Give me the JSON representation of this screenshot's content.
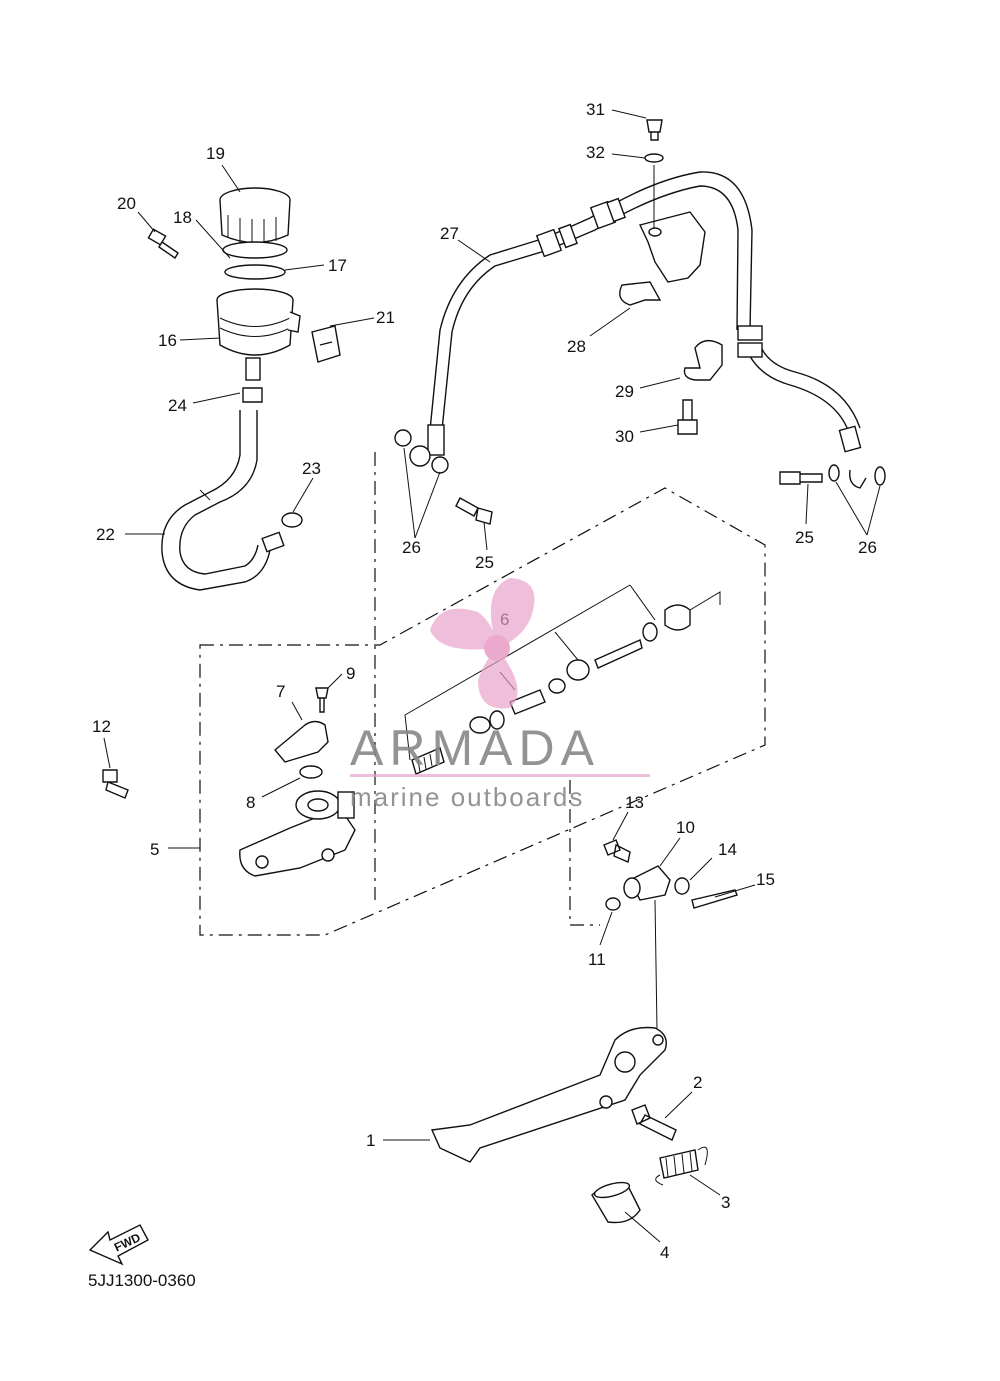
{
  "diagram": {
    "part_numbers": [
      "1",
      "2",
      "3",
      "4",
      "5",
      "6",
      "7",
      "8",
      "9",
      "10",
      "11",
      "12",
      "13",
      "14",
      "15",
      "16",
      "17",
      "18",
      "19",
      "20",
      "21",
      "22",
      "23",
      "24",
      "25",
      "25",
      "26",
      "26",
      "27",
      "28",
      "29",
      "30",
      "31",
      "32"
    ],
    "drawing_code": "5JJ1300-0360",
    "fwd_label": "FWD"
  },
  "watermark": {
    "brand": "ARMADA",
    "tagline": "marine outboards",
    "accent_color": "#e8a0c8",
    "text_color": "#888888"
  }
}
